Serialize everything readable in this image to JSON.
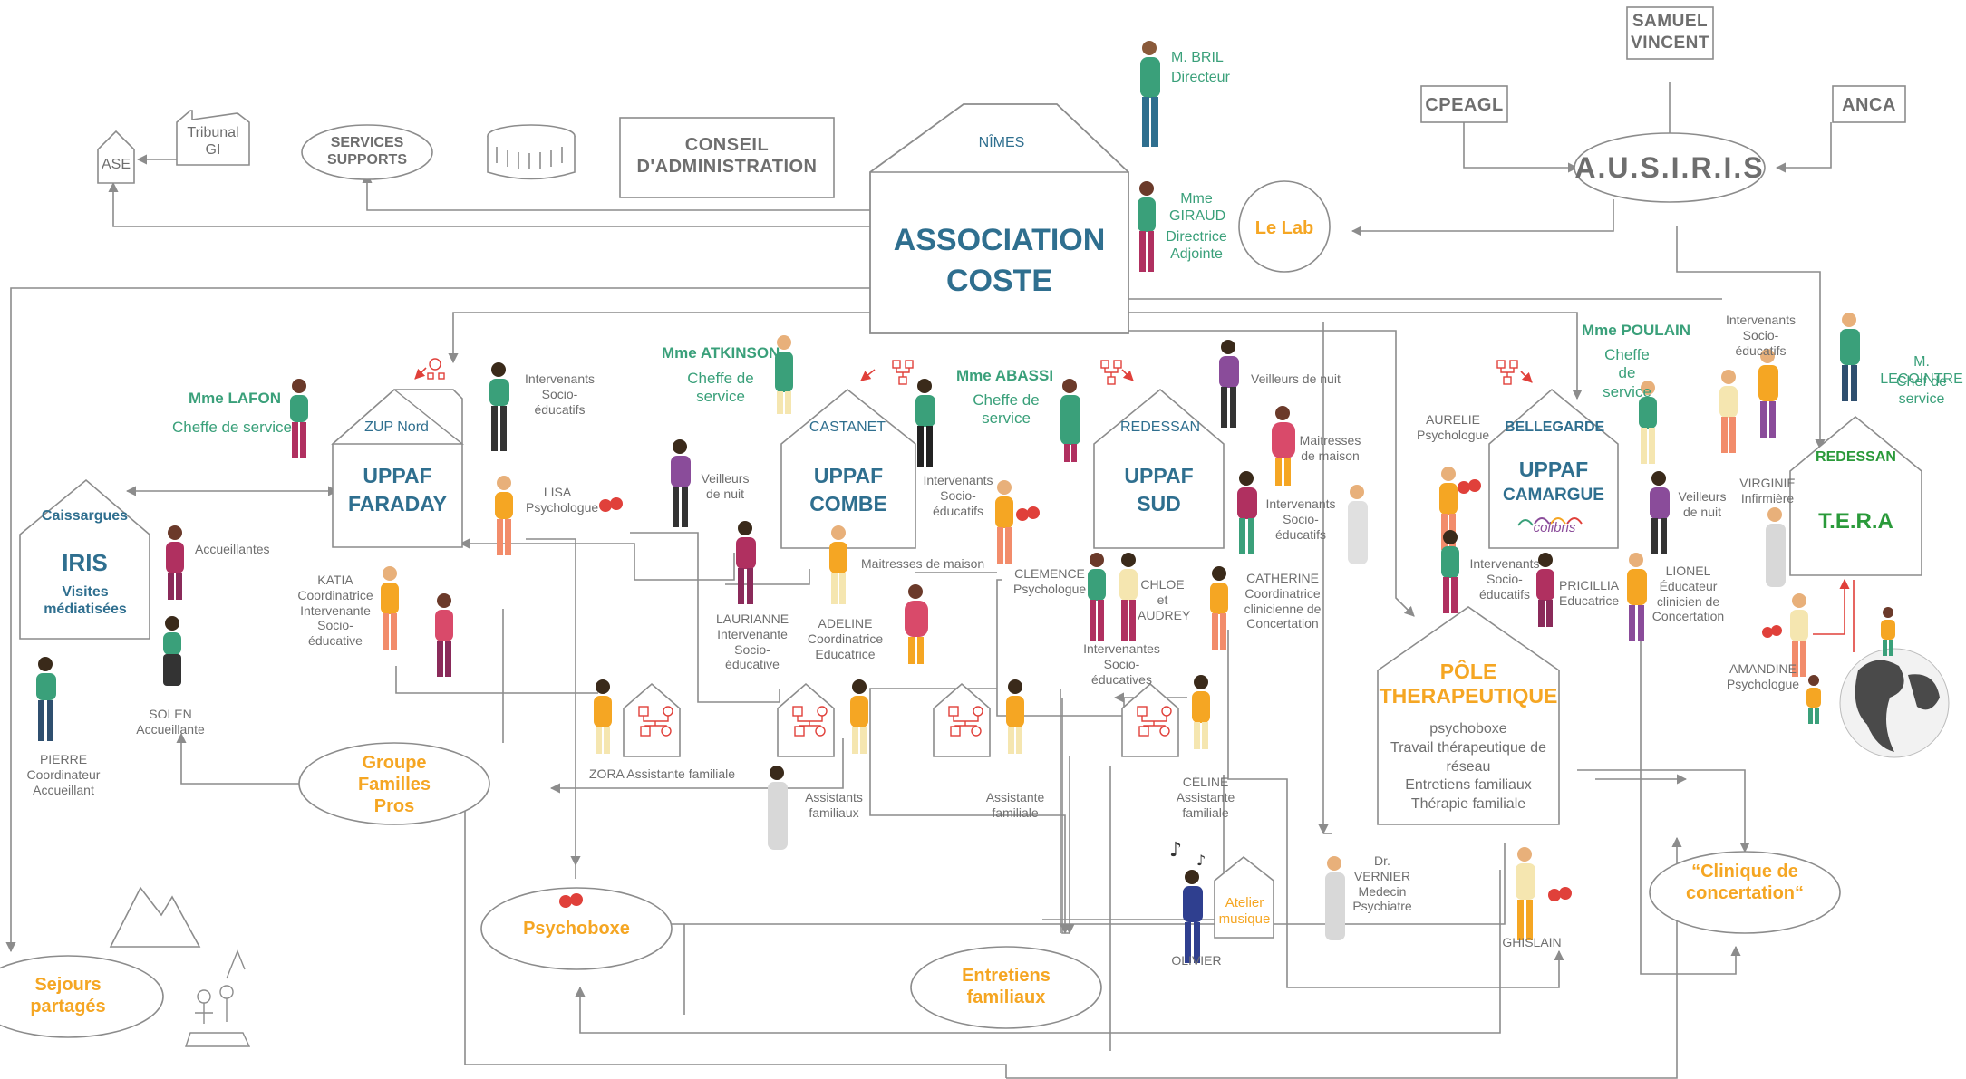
{
  "colors": {
    "line": "#8c8c8c",
    "blue": "#2f6f8f",
    "green": "#3aa07a",
    "orange": "#f5a623",
    "red": "#e0403a",
    "grey_text": "#6e6e6e"
  },
  "top": {
    "ase": "ASE",
    "tribunal": "Tribunal GI",
    "services_supports": "SERVICES SUPPORTS",
    "conseil": "CONSEIL D'ADMINISTRATION",
    "nimes": "NÎMES",
    "association_line1": "ASSOCIATION",
    "association_line2": "COSTE",
    "le_lab": "Le Lab",
    "samuel_vincent": "SAMUEL VINCENT",
    "cpeagl": "CPEAGL",
    "anca": "ANCA",
    "ausiris": "A.U.S.I.R.I.S"
  },
  "people": {
    "bril_name": "M. BRIL",
    "bril_role": "Directeur",
    "giraud_name": "Mme GIRAUD",
    "giraud_role": "Directrice Adjointe",
    "lafon_name": "Mme LAFON",
    "lafon_role": "Cheffe de service",
    "atkinson_name": "Mme ATKINSON",
    "atkinson_role": "Cheffe de service",
    "abassi_name": "Mme ABASSI",
    "abassi_role": "Cheffe de service",
    "poulain_name": "Mme POULAIN",
    "poulain_role": "Cheffe de service",
    "lecointre_name": "M. LECOINTRE",
    "lecointre_role": "Chef de service"
  },
  "labels": {
    "intervenants_se_1": "Intervenants Socio-éducatifs",
    "veilleurs_1": "Veilleurs de nuit",
    "veilleurs_2": "Veilleurs de nuit",
    "veilleurs_3": "Veilleurs de nuit",
    "intervenants_se_2": "Intervenants Socio-éducatifs",
    "maitresses_1": "Maitresses de maison",
    "maitresses_2": "Maitresses de maison",
    "intervenants_se_3": "Intervenants Socio-éducatifs",
    "intervenants_se_4": "Intervenants Socio-éducatifs",
    "intervenants_se_5": "Intervenants Socio-éducatifs",
    "lisa": "LISA Psychologue",
    "katia": "KATIA Coordinatrice Intervenante Socio-éducative",
    "accueillantes": "Accueillantes",
    "solen": "SOLEN Accueillante",
    "pierre": "PIERRE Coordinateur Accueillant",
    "laurianne": "LAURIANNE Intervenante Socio-éducative",
    "adeline": "ADELINE Coordinatrice Educatrice",
    "clemence": "CLEMENCE Psychologue",
    "chloe": "CHLOE et AUDREY",
    "catherine": "CATHERINE Coordinatrice clinicienne de Concertation",
    "intervenantes": "Intervenantes Socio-éducatives",
    "aurelie": "AURELIE Psychologue",
    "pricillia": "PRICILLIA Educatrice",
    "lionel": "LIONEL Éducateur clinicien de Concertation",
    "virginie": "VIRGINIE Infirmière",
    "amandine": "AMANDINE Psychologue",
    "zora": "ZORA Assistante familiale",
    "assistants_familiaux": "Assistants familiaux",
    "assistante_familiale": "Assistante familiale",
    "celine": "CÉLINE Assistante familiale",
    "vernier": "Dr. VERNIER Medecin Psychiatre",
    "olivier": "OLIVIER",
    "ghislain": "GHISLAIN"
  },
  "houses": {
    "zup_nord": "ZUP Nord",
    "faraday_1": "UPPAF",
    "faraday_2": "FARADAY",
    "castanet": "CASTANET",
    "combe_1": "UPPAF",
    "combe_2": "COMBE",
    "redessan_1": "REDESSAN",
    "sud_1": "UPPAF",
    "sud_2": "SUD",
    "bellegarde": "BELLEGARDE",
    "camargue_1": "UPPAF",
    "camargue_2": "CAMARGUE",
    "colibris": "colibris",
    "redessan_2": "REDESSAN",
    "tera": "T.E.R.A",
    "caissargues": "Caissargues",
    "iris": "IRIS",
    "iris_sub": "Visites médiatisées",
    "pole_1": "PÔLE",
    "pole_2": "THERAPEUTIQUE",
    "pole_items": [
      "psychoboxe",
      "Travail thérapeutique de réseau",
      "Entretiens familiaux",
      "Thérapie familiale"
    ],
    "atelier": "Atelier musique"
  },
  "ellipses": {
    "groupe": "Groupe Familles Pros",
    "psychoboxe": "Psychoboxe",
    "entretiens": "Entretiens familiaux",
    "clinique": "“Clinique de concertation“",
    "sejours": "Sejours partagés"
  }
}
